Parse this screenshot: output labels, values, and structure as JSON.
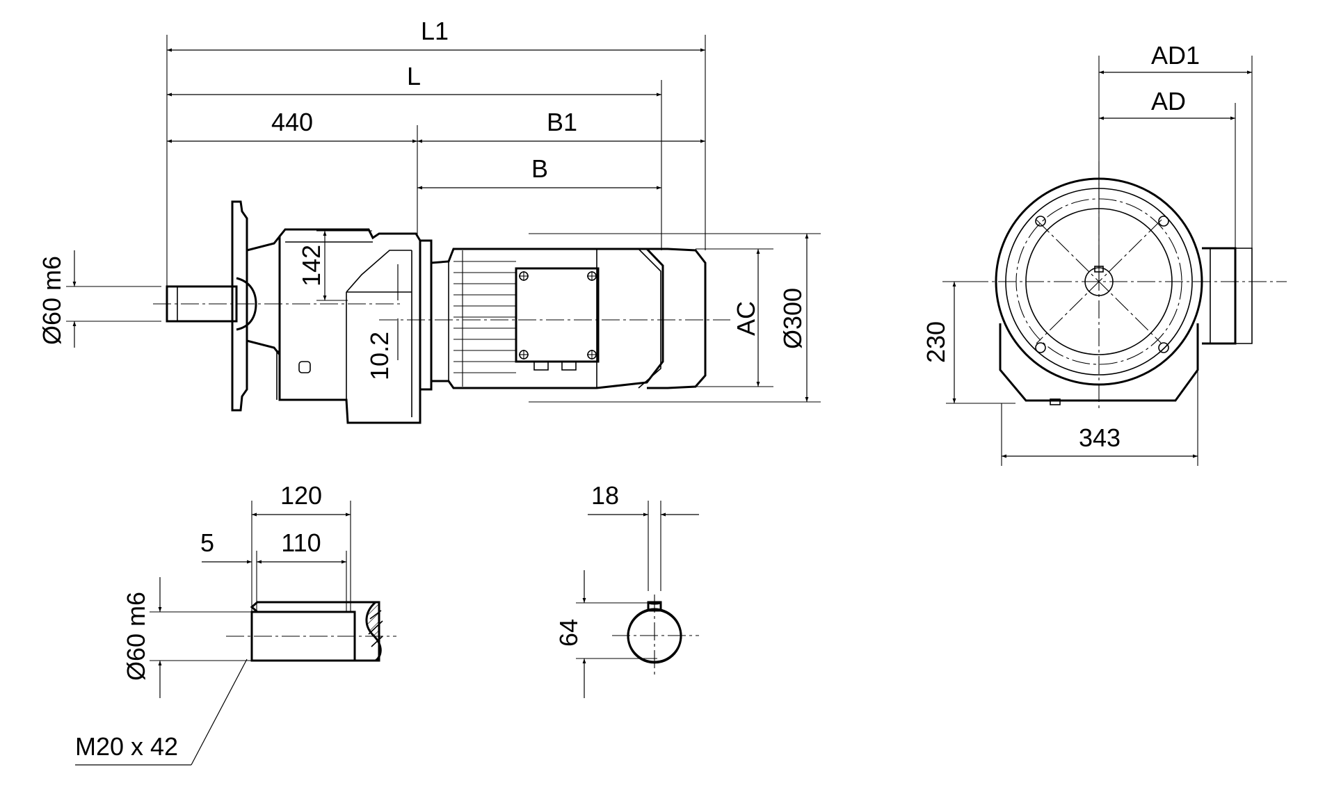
{
  "side_view": {
    "dims": {
      "L1": "L1",
      "L": "L",
      "d440": "440",
      "B1": "B1",
      "B": "B",
      "shaft_dia": "Ø60 m6",
      "d142": "142",
      "d10_2": "10.2",
      "AC": "AC",
      "d300": "Ø300"
    }
  },
  "end_view": {
    "dims": {
      "AD1": "AD1",
      "AD": "AD",
      "d230": "230",
      "d343": "343"
    }
  },
  "shaft_detail": {
    "dims": {
      "d120": "120",
      "d5": "5",
      "d110": "110",
      "shaft_dia": "Ø60 m6",
      "thread": "M20 x 42"
    }
  },
  "section_detail": {
    "dims": {
      "d18": "18",
      "d64": "64"
    }
  }
}
